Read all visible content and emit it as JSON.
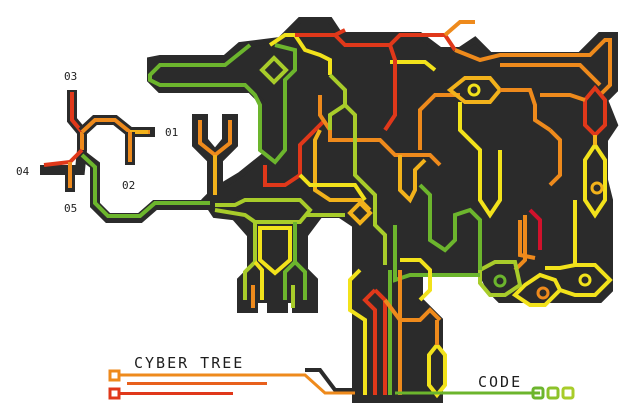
{
  "title": "CYBER TREE",
  "subtitle": "CODE",
  "branch_labels": [
    {
      "id": "01",
      "label": "01"
    },
    {
      "id": "02",
      "label": "02"
    },
    {
      "id": "03",
      "label": "03"
    },
    {
      "id": "04",
      "label": "04"
    },
    {
      "id": "05",
      "label": "05"
    }
  ],
  "palette": {
    "background": "#ffffff",
    "body": "#2b2b2b",
    "green": "#6cb52d",
    "lime": "#a8cc2a",
    "yellow": "#f2e21b",
    "amber": "#f2b21b",
    "orange": "#ee8a1c",
    "dark_orange": "#e8601c",
    "red": "#e0381a",
    "crimson": "#d0122c",
    "text": "#1e1e1e"
  },
  "decor": {
    "code_dots": 3,
    "title_lines": 3
  }
}
